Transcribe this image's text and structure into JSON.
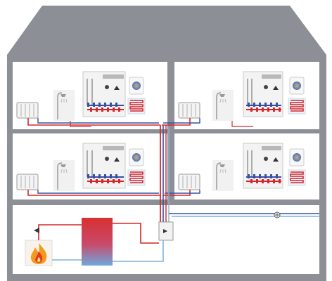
{
  "diagram": {
    "kind": "building heating and hot-water distribution schematic",
    "colors": {
      "building": "#8c8f95",
      "room": "#ffffff",
      "hot_pipe": "#d6262a",
      "cold_pipe": "#3550a3",
      "return_pipe": "#7fb2dc",
      "tank_top": "#d83030",
      "tank_bottom": "#6fa8dc",
      "flame": "#f29a1e"
    },
    "apartments": [
      {
        "id": "apt-upper-left"
      },
      {
        "id": "apt-upper-right"
      },
      {
        "id": "apt-lower-left"
      },
      {
        "id": "apt-lower-right"
      }
    ],
    "icons": [
      "radiator-icon",
      "shower-icon",
      "manifold-icon",
      "thermostat-icon",
      "floor-heating-icon",
      "storage-tank-icon",
      "flame-icon",
      "pump-icon"
    ]
  }
}
